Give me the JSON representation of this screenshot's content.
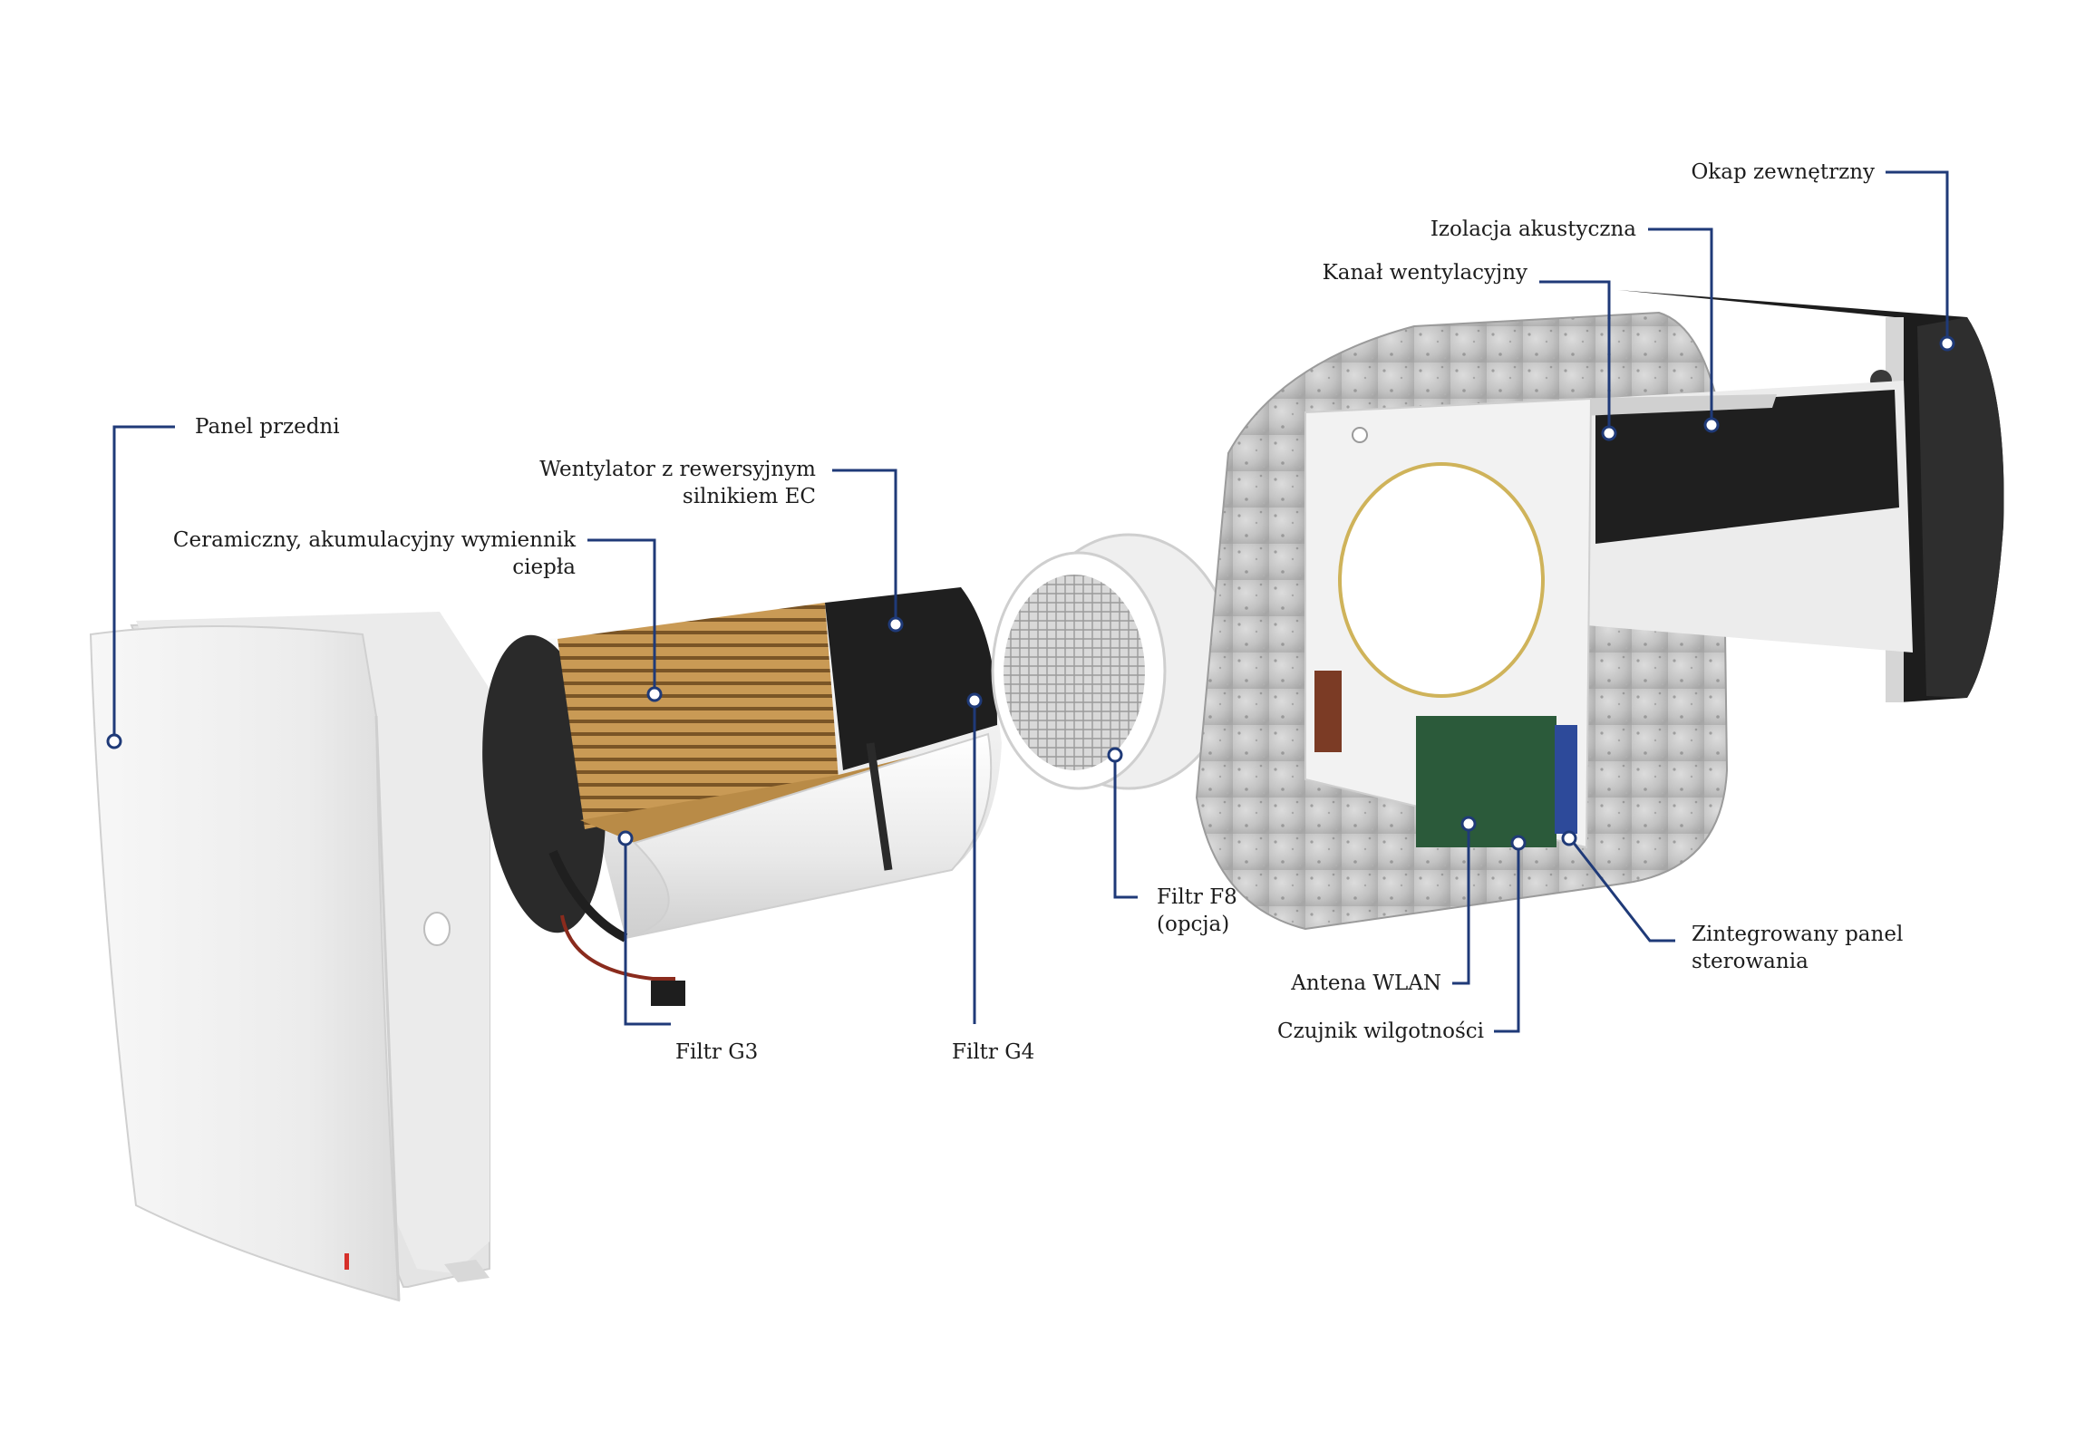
{
  "labels": {
    "panel_przedni": "Panel przedni",
    "wentylator_line1": "Wentylator z rewersyjnym",
    "wentylator_line2": "silnikiem EC",
    "wymiennik_line1": "Ceramiczny, akumulacyjny wymiennik",
    "wymiennik_line2": "ciepła",
    "filtr_g3": "Filtr G3",
    "filtr_g4": "Filtr G4",
    "filtr_f8_line1": "Filtr F8",
    "filtr_f8_line2": "(opcja)",
    "okap": "Okap zewnętrzny",
    "izolacja": "Izolacja akustyczna",
    "kanal": "Kanał wentylacyjny",
    "panel_sterowania_line1": "Zintegrowany panel",
    "panel_sterowania_line2": "sterowania",
    "antena": "Antena WLAN",
    "czujnik": "Czujnik wilgotności"
  },
  "colors": {
    "leader": "#1f3a78",
    "text": "#1c1c1c",
    "foam": "#c8c8c8",
    "heat_exchanger": "#c89a52",
    "plastic_white": "#f3f3f3",
    "dark_inner": "#222222"
  }
}
